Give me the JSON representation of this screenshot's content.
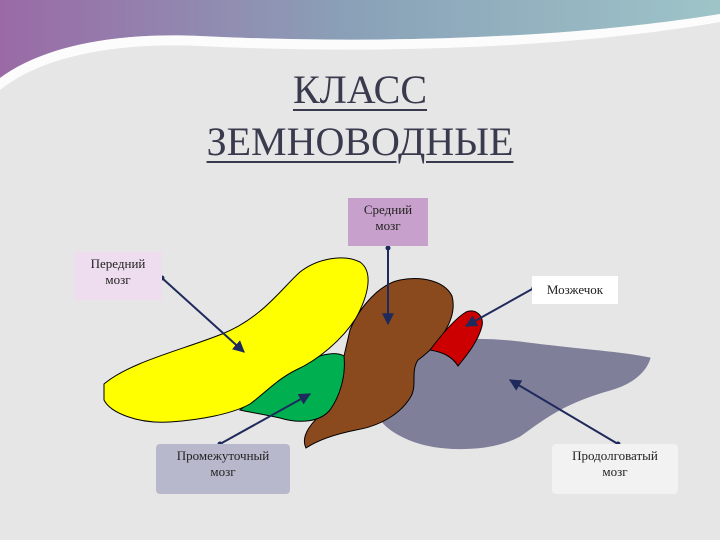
{
  "title": {
    "line1": "КЛАСС",
    "line2": "ЗЕМНОВОДНЫЕ"
  },
  "labels": {
    "forebrain": {
      "line1": "Передний",
      "line2": "мозг"
    },
    "midbrain": {
      "line1": "Средний",
      "line2": "мозг"
    },
    "cerebellum": {
      "line1": "Мозжечок"
    },
    "diencephalon": {
      "line1": "Промежуточный",
      "line2": "мозг"
    },
    "medulla": {
      "line1": "Продолговатый",
      "line2": "мозг"
    }
  },
  "colors": {
    "background": "#e6e6e6",
    "forebrain": "#ffff00",
    "diencephalon": "#00b050",
    "midbrain": "#8b4a1e",
    "cerebellum": "#cc0000",
    "medulla": "#7f7f9a",
    "arrow": "#1f2a5c",
    "label_forebrain_bg": "#eeddee",
    "label_midbrain_bg": "#c8a0cc",
    "label_cerebellum_bg": "#ffffff",
    "label_diencephalon_bg": "#b8b8cc",
    "label_medulla_bg": "#f2f2f2"
  }
}
